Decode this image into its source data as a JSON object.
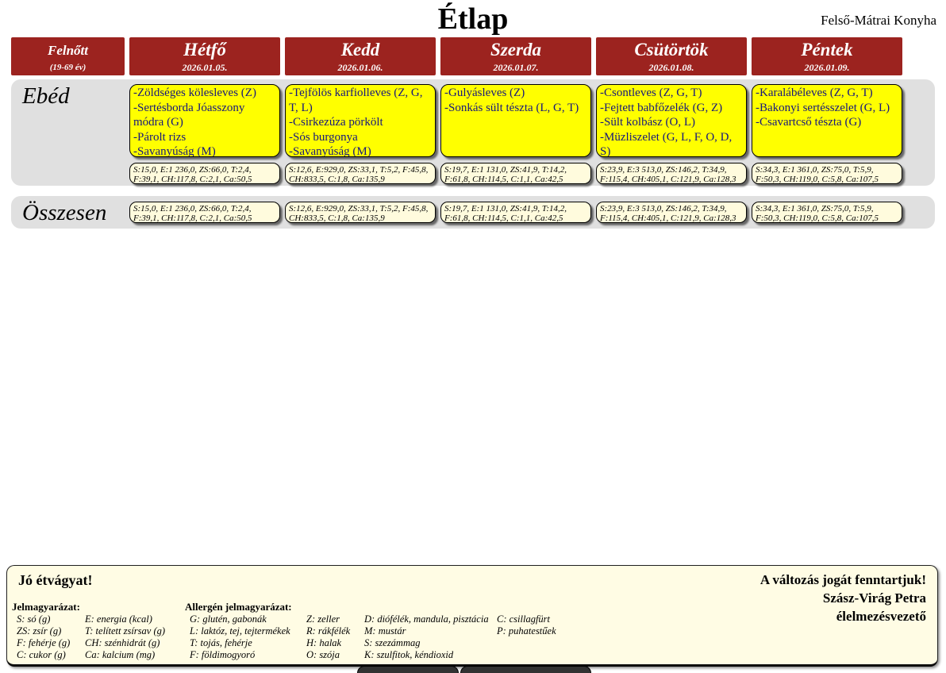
{
  "colors": {
    "header-red": "#9c231f",
    "menu-yellow": "#ffff00",
    "cream": "#fffbdd",
    "row-gray": "#e0e0e0",
    "menu-navy": "#16167d",
    "footer-cream": "#fffce4"
  },
  "header": {
    "title": "Étlap",
    "kitchen_name": "Felső-Mátrai Konyha"
  },
  "table": {
    "group": {
      "label": "Felnőtt",
      "sublabel": "(19-69 év)"
    },
    "lunch_row_label": "Ebéd",
    "total_row_label": "Összesen",
    "days": [
      {
        "name": "Hétfő",
        "date": "2026.01.05.",
        "menu": [
          "-Zöldséges kölesleves (Z)",
          "-Sertésborda Jóasszony módra (G)",
          "-Párolt rizs",
          "-Savanyúság (M)"
        ],
        "nutrition": "S:15,0, E:1 236,0, ZS:66,0, T:2,4, F:39,1, CH:117,8, C:2,1, Ca:50,5",
        "total": "S:15,0, E:1 236,0, ZS:66,0, T:2,4, F:39,1, CH:117,8, C:2,1, Ca:50,5"
      },
      {
        "name": "Kedd",
        "date": "2026.01.06.",
        "menu": [
          "-Tejfölös karfiolleves (Z, G, T, L)",
          "-Csirkezúza pörkölt",
          "-Sós burgonya",
          "-Savanyúság (M)"
        ],
        "nutrition": "S:12,6, E:929,0, ZS:33,1, T:5,2, F:45,8, CH:833,5, C:1,8, Ca:135,9",
        "total": "S:12,6, E:929,0, ZS:33,1, T:5,2, F:45,8, CH:833,5, C:1,8, Ca:135,9"
      },
      {
        "name": "Szerda",
        "date": "2026.01.07.",
        "menu": [
          "-Gulyásleves (Z)",
          "-Sonkás sült tészta (L, G, T)"
        ],
        "nutrition": "S:19,7, E:1 131,0, ZS:41,9, T:14,2, F:61,8, CH:114,5, C:1,1, Ca:42,5",
        "total": "S:19,7, E:1 131,0, ZS:41,9, T:14,2, F:61,8, CH:114,5, C:1,1, Ca:42,5"
      },
      {
        "name": "Csütörtök",
        "date": "2026.01.08.",
        "menu": [
          "-Csontleves (Z, G, T)",
          "-Fejtett babfőzelék (G, Z)",
          "-Sült kolbász (O, L)",
          "-Müzliszelet (G, L, F, O, D, S)"
        ],
        "nutrition": "S:23,9, E:3 513,0, ZS:146,2, T:34,9, F:115,4, CH:405,1, C:121,9, Ca:128,3",
        "total": "S:23,9, E:3 513,0, ZS:146,2, T:34,9, F:115,4, CH:405,1, C:121,9, Ca:128,3"
      },
      {
        "name": "Péntek",
        "date": "2026.01.09.",
        "menu": [
          "-Karalábéleves (Z, G, T)",
          "-Bakonyi sertésszelet (G, L)",
          "-Csavartcső tészta (G)"
        ],
        "nutrition": "S:34,3, E:1 361,0, ZS:75,0, T:5,9, F:50,3, CH:119,0, C:5,8, Ca:107,5",
        "total": "S:34,3, E:1 361,0, ZS:75,0, T:5,9, F:50,3, CH:119,0, C:5,8, Ca:107,5"
      }
    ]
  },
  "footer": {
    "greeting": "Jó étvágyat!",
    "rights_notice": "A változás jogát fenntartjuk!",
    "signature_name": "Szász-Virág Petra",
    "signature_role": "élelmezésvezető",
    "legend": {
      "heading": "Jelmagyarázat:",
      "columns": [
        [
          "S: só (g)",
          "ZS: zsír (g)",
          "F: fehérje (g)",
          "C: cukor (g)"
        ],
        [
          "E: energia (kcal)",
          "T: telített zsírsav (g)",
          "CH: szénhidrát (g)",
          "Ca: kalcium (mg)"
        ]
      ]
    },
    "allergen_legend": {
      "heading": "Allergén jelmagyarázat:",
      "columns": [
        [
          "G: glutén, gabonák",
          "L: laktóz, tej, tejtermékek",
          "T: tojás, fehérje",
          "F: földimogyoró"
        ],
        [
          "Z: zeller",
          "R: rákfélék",
          "H: halak",
          "O: szója"
        ],
        [
          "D: diófélék, mandula, pisztácia",
          "M: mustár",
          "S: szezámmag",
          "K: szulfitok, kéndioxid"
        ],
        [
          "C: csillagfürt",
          "P: puhatestűek"
        ]
      ]
    }
  }
}
